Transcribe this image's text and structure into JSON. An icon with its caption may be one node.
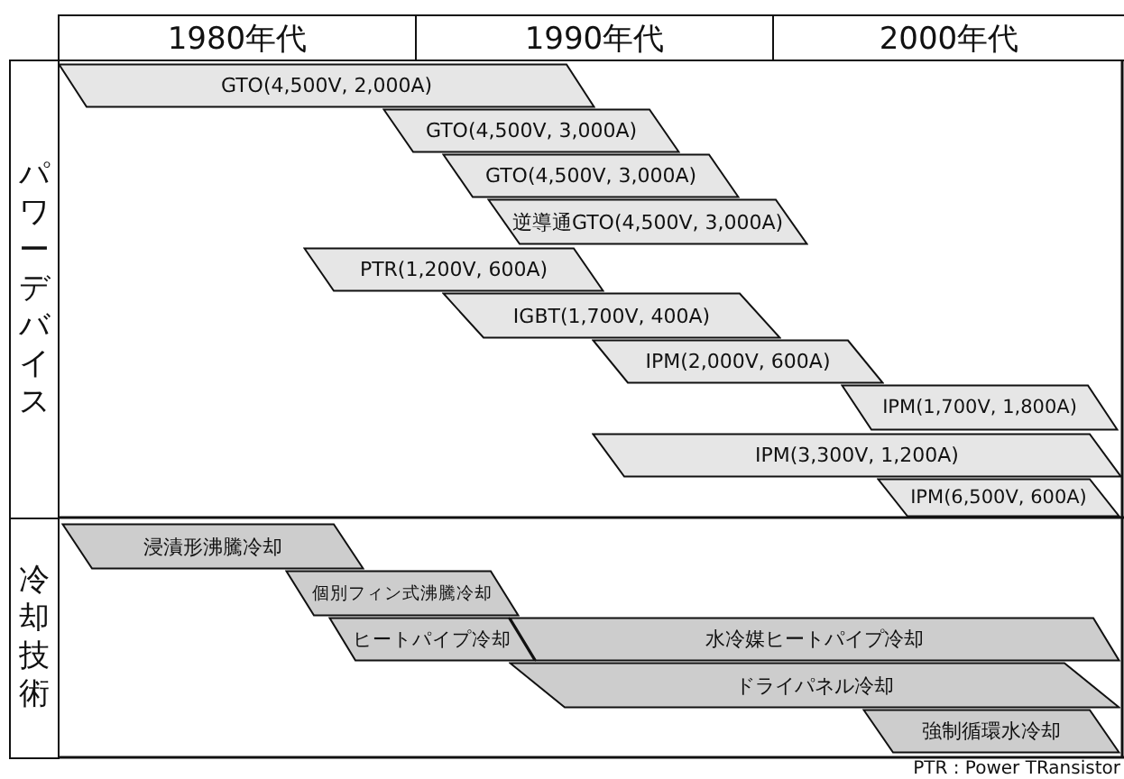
{
  "diagram": {
    "nodes": [
      {
        "text": [
          "1980年代"
        ]
      },
      {
        "text": [
          "1990年代"
        ]
      },
      {
        "text": [
          "2000年代"
        ]
      },
      {
        "text": [
          "パワーデバイス"
        ]
      },
      {
        "text": [
          "冷却技術"
        ]
      },
      {
        "text": [
          "GTO(4,500V, 2,000A)"
        ]
      },
      {
        "text": [
          "GTO(4,500V, 3,000A)"
        ]
      },
      {
        "text": [
          "GTO(4,500V, 3,000A)"
        ]
      },
      {
        "text": [
          "逆導通GTO(4,500V, 3,000A)"
        ]
      },
      {
        "text": [
          "PTR(1,200V, 600A)"
        ]
      },
      {
        "text": [
          "IGBT(1,700V, 400A)"
        ]
      },
      {
        "text": [
          "IPM(2,000V, 600A)"
        ]
      },
      {
        "text": [
          "IPM(1,700V, 1,800A)"
        ]
      },
      {
        "text": [
          "IPM(3,300V, 1,200A)"
        ]
      },
      {
        "text": [
          "IPM(6,500V, 600A)"
        ]
      },
      {
        "text": [
          "浸漬形沸騰冷却"
        ]
      },
      {
        "text": [
          "個別フィン式沸騰冷却"
        ]
      },
      {
        "text": [
          "ヒートパイプ冷却"
        ]
      },
      {
        "text": [
          "水冷媒ヒートパイプ冷却"
        ]
      },
      {
        "text": [
          "ドライパネル冷却"
        ]
      },
      {
        "text": [
          "強制循環水冷却"
        ]
      }
    ],
    "labels": [
      "PTR : Power TRansistor"
    ]
  }
}
